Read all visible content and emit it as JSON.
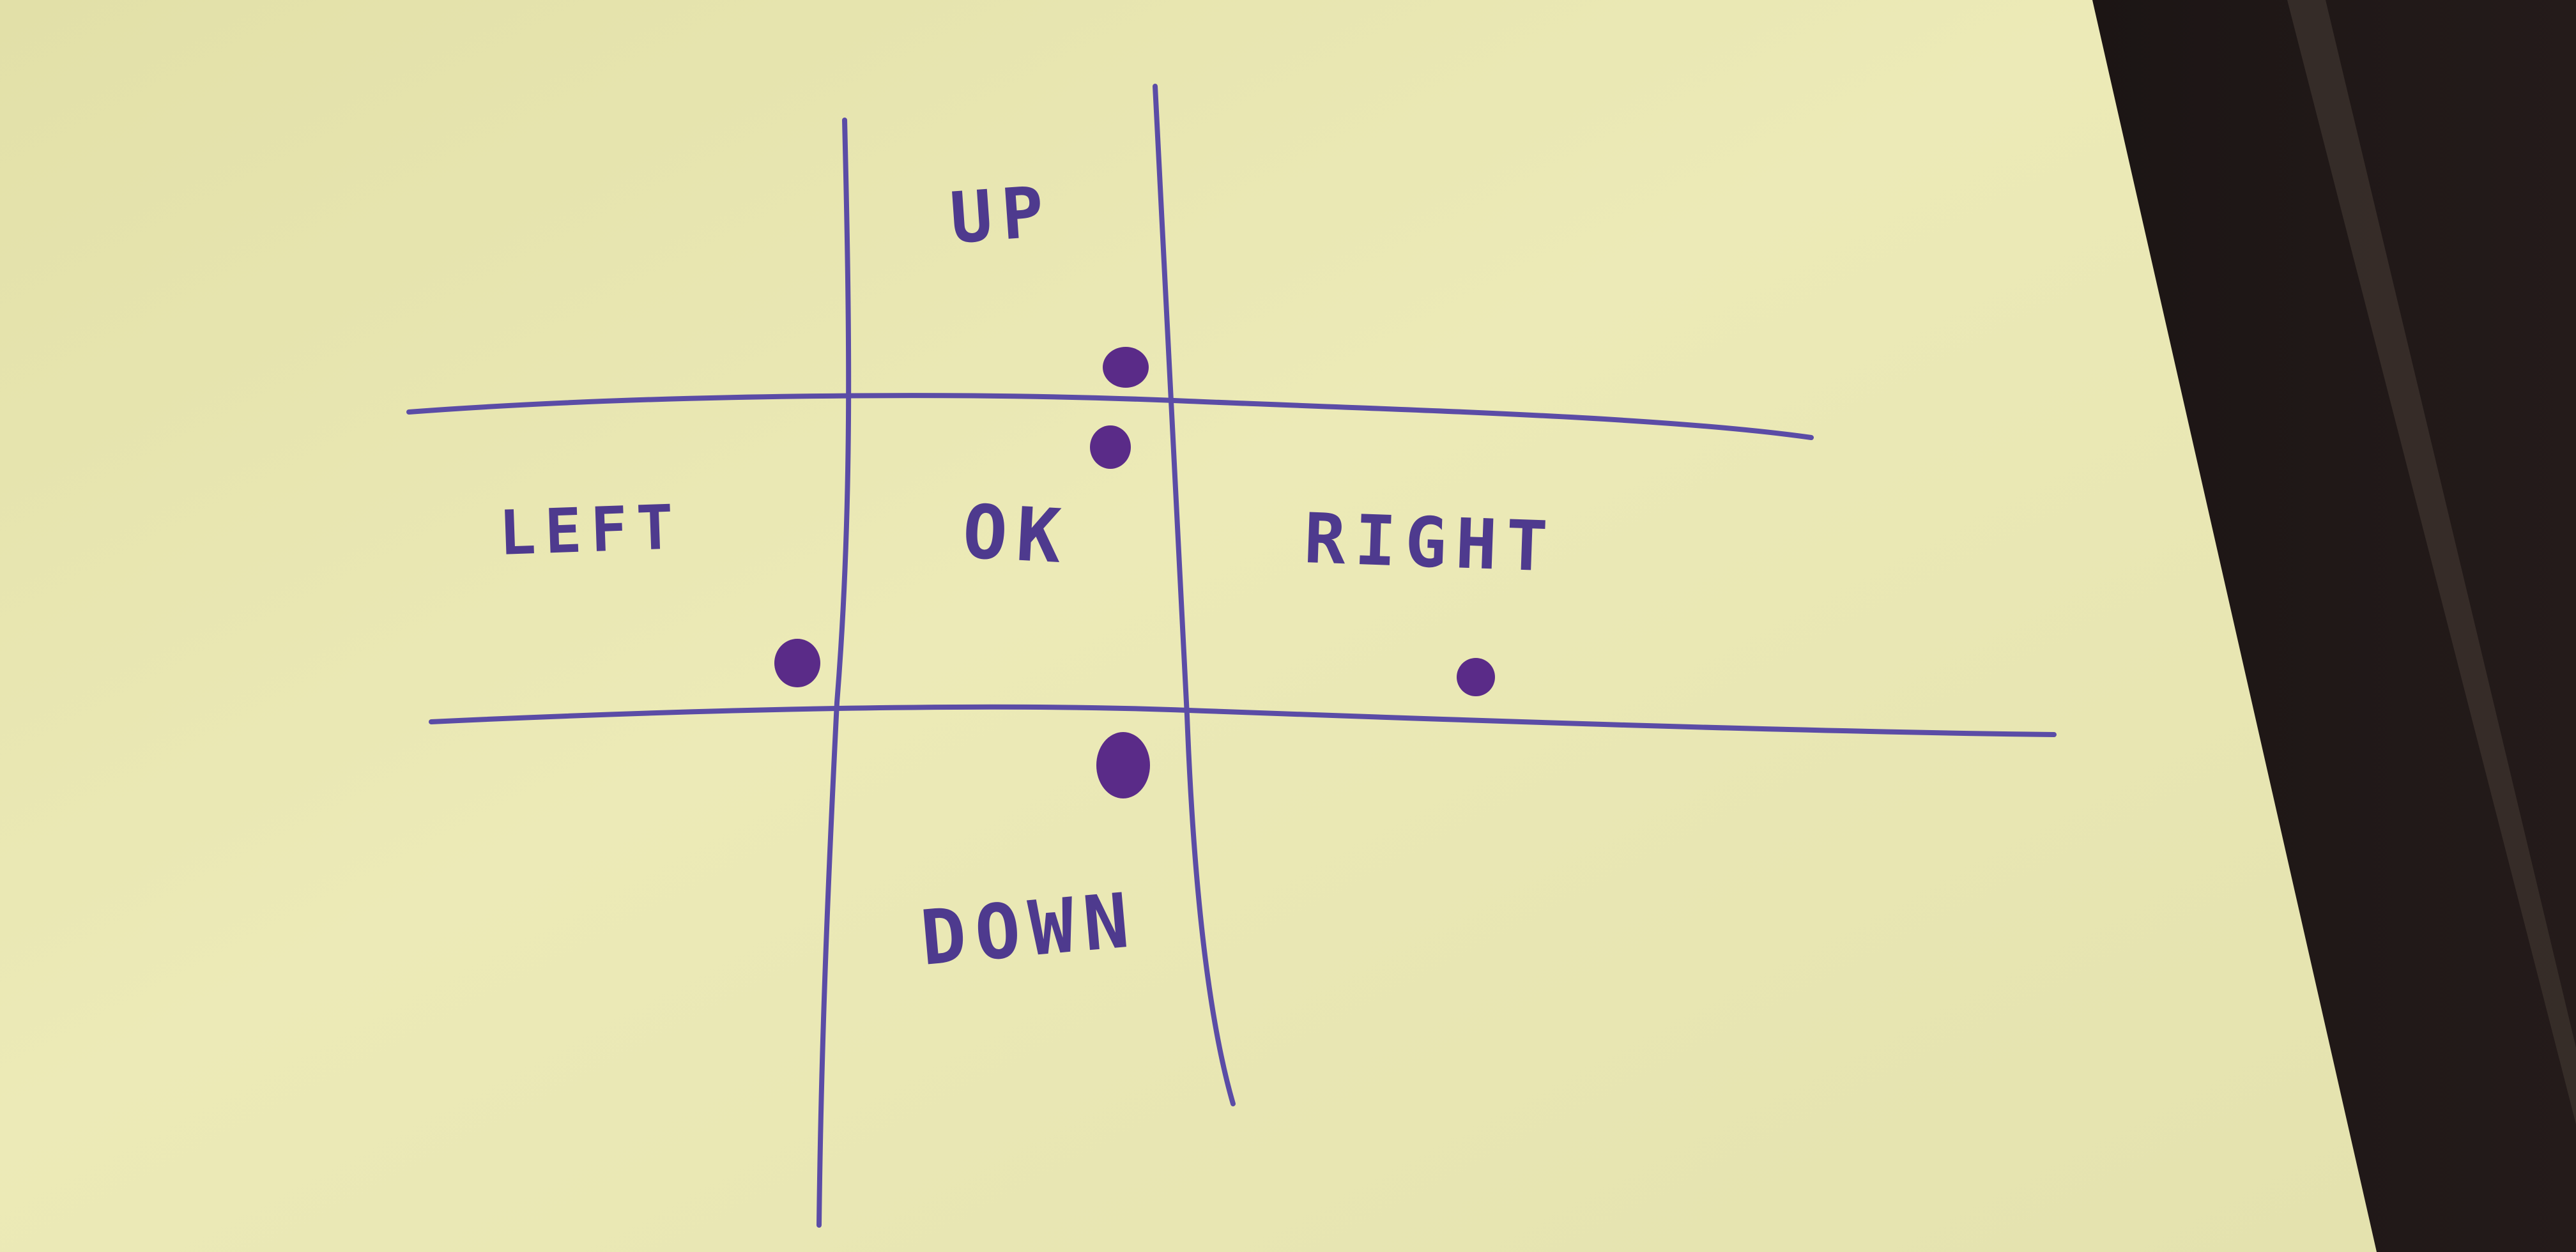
{
  "sketch": {
    "labels": {
      "up": "UP",
      "left": "LEFT",
      "ok": "OK",
      "right": "RIGHT",
      "down": "DOWN"
    },
    "colors": {
      "paper": "#ecebb9",
      "ink": "#5b4ca6",
      "blot": "#5a2b88",
      "desk": "#141010"
    }
  }
}
